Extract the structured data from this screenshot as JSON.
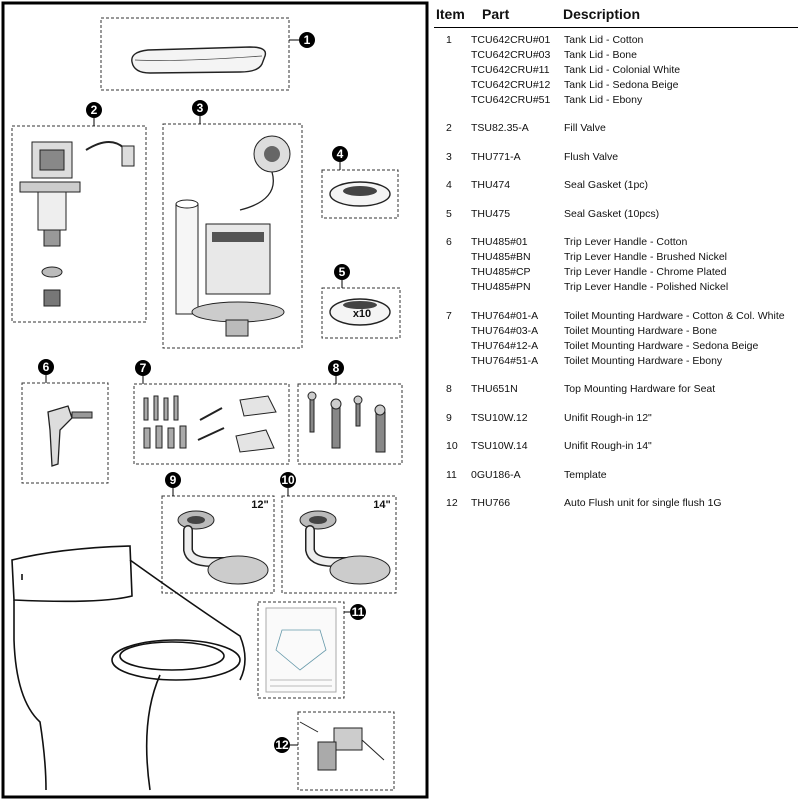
{
  "table": {
    "headers": {
      "item": "Item",
      "part": "Part",
      "description": "Description"
    },
    "rows": [
      {
        "item": "1",
        "parts": [
          "TCU642CRU#01",
          "TCU642CRU#03",
          "TCU642CRU#11",
          "TCU642CRU#12",
          "TCU642CRU#51"
        ],
        "descriptions": [
          "Tank Lid - Cotton",
          "Tank Lid - Bone",
          "Tank Lid - Colonial White",
          "Tank Lid - Sedona Beige",
          "Tank Lid - Ebony"
        ]
      },
      {
        "item": "2",
        "parts": [
          "TSU82.35-A"
        ],
        "descriptions": [
          "Fill Valve"
        ]
      },
      {
        "item": "3",
        "parts": [
          "THU771-A"
        ],
        "descriptions": [
          "Flush Valve"
        ]
      },
      {
        "item": "4",
        "parts": [
          "THU474"
        ],
        "descriptions": [
          "Seal Gasket (1pc)"
        ]
      },
      {
        "item": "5",
        "parts": [
          "THU475"
        ],
        "descriptions": [
          "Seal Gasket (10pcs)"
        ]
      },
      {
        "item": "6",
        "parts": [
          "THU485#01",
          "THU485#BN",
          "THU485#CP",
          "THU485#PN"
        ],
        "descriptions": [
          "Trip Lever Handle - Cotton",
          "Trip Lever Handle - Brushed Nickel",
          "Trip Lever Handle - Chrome Plated",
          "Trip Lever Handle - Polished Nickel"
        ]
      },
      {
        "item": "7",
        "parts": [
          "THU764#01-A",
          "THU764#03-A",
          "THU764#12-A",
          "THU764#51-A"
        ],
        "descriptions": [
          "Toilet Mounting Hardware - Cotton & Col. White",
          "Toilet Mounting Hardware - Bone",
          "Toilet Mounting Hardware - Sedona Beige",
          "Toilet Mounting Hardware - Ebony"
        ]
      },
      {
        "item": "8",
        "parts": [
          "THU651N"
        ],
        "descriptions": [
          "Top Mounting Hardware for Seat"
        ]
      },
      {
        "item": "9",
        "parts": [
          "TSU10W.12"
        ],
        "descriptions": [
          "Unifit Rough-in 12\""
        ]
      },
      {
        "item": "10",
        "parts": [
          "TSU10W.14"
        ],
        "descriptions": [
          "Unifit Rough-in 14\""
        ]
      },
      {
        "item": "11",
        "parts": [
          "0GU186-A"
        ],
        "descriptions": [
          "Template"
        ]
      },
      {
        "item": "12",
        "parts": [
          "THU766"
        ],
        "descriptions": [
          "Auto Flush unit for single flush 1G"
        ]
      }
    ]
  },
  "diagram": {
    "callouts": [
      "1",
      "2",
      "3",
      "4",
      "5",
      "6",
      "7",
      "8",
      "9",
      "10",
      "11",
      "12"
    ],
    "gasket_count_label": "x10",
    "rough_in_12_label": "12\"",
    "rough_in_14_label": "14\""
  }
}
